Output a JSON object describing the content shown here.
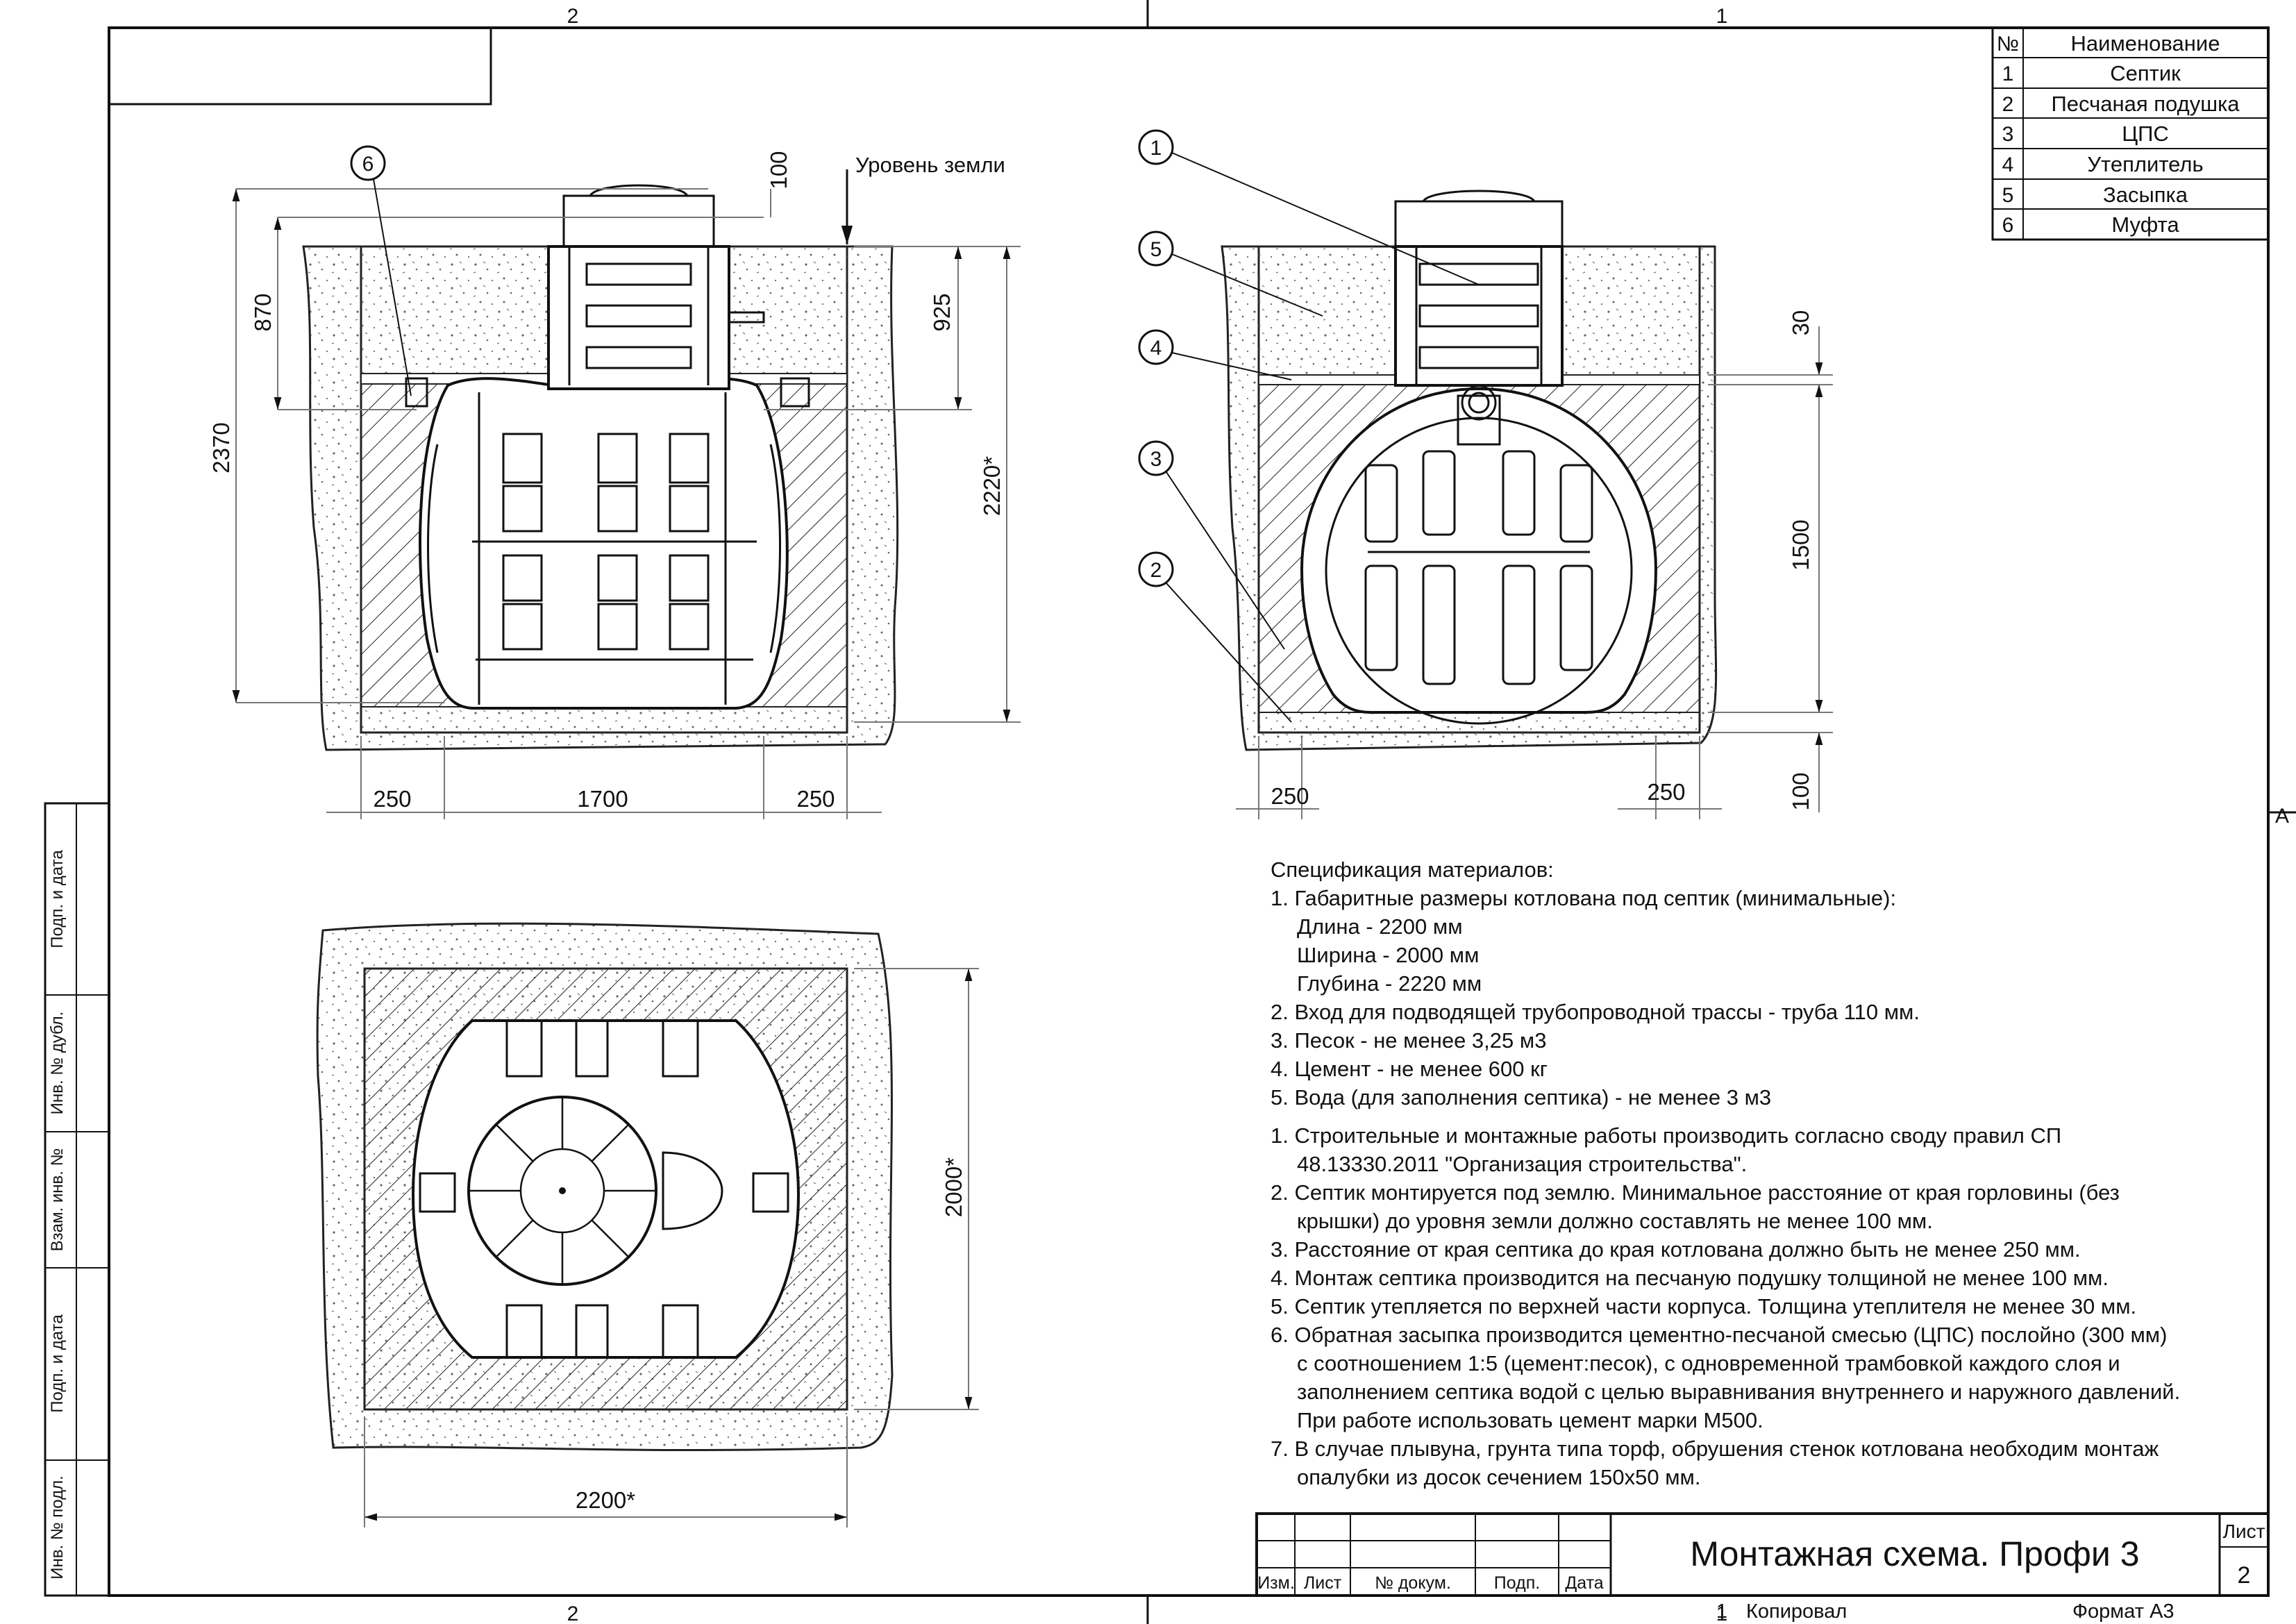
{
  "sheet": {
    "zone_top_left": "2",
    "zone_top_right": "1",
    "zone_bottom_left": "2",
    "zone_bottom_right": "1",
    "zone_side": "A",
    "ground_level": "Уровень земли"
  },
  "side_stamp": [
    "Подп. и дата",
    "Инв. № дубл.",
    "Взам. инв. №",
    "Подп. и дата",
    "Инв. № подл."
  ],
  "legend": {
    "headers": [
      "№",
      "Наименование"
    ],
    "rows": [
      [
        "1",
        "Септик"
      ],
      [
        "2",
        "Песчаная подушка"
      ],
      [
        "3",
        "ЦПС"
      ],
      [
        "4",
        "Утеплитель"
      ],
      [
        "5",
        "Засыпка"
      ],
      [
        "6",
        "Муфта"
      ]
    ]
  },
  "side_view": {
    "dims": {
      "depth_total": "2370",
      "neck_100": "100",
      "neck_870": "870",
      "neck_925": "925",
      "pit_depth": "2220*",
      "gap_left": "250",
      "tank_length": "1700",
      "gap_right": "250"
    },
    "callout": "6"
  },
  "front_view": {
    "callouts": [
      "1",
      "5",
      "4",
      "3",
      "2"
    ],
    "dims": {
      "insulation": "30",
      "tank_height": "1500",
      "bottom_100": "100",
      "gap_left": "250",
      "gap_right": "250"
    }
  },
  "top_view": {
    "dims": {
      "width": "2000*",
      "length": "2200*"
    }
  },
  "spec": {
    "title": "Спецификация материалов:",
    "items": [
      "1. Габаритные размеры котлована под септик (минимальные):",
      "Длина - 2200 мм",
      "Ширина - 2000 мм",
      "Глубина - 2220 мм",
      "2. Вход для подводящей трубопроводной трассы - труба 110 мм.",
      "3. Песок - не менее 3,25 м3",
      "4. Цемент - не менее 600 кг",
      "5. Вода (для заполнения септика) - не менее 3 м3"
    ],
    "notes": [
      "1. Строительные и монтажные работы производить согласно своду правил СП",
      "48.13330.2011 \"Организация строительства\".",
      "2. Септик монтируется под землю. Минимальное расстояние от края горловины (без",
      "крышки) до уровня земли должно составлять не менее 100 мм.",
      "3. Расстояние от края септика до края котлована должно быть не менее 250 мм.",
      "4. Монтаж септика производится на песчаную подушку толщиной не менее 100 мм.",
      "5. Септик утепляется по верхней части корпуса. Толщина утеплителя не менее 30 мм.",
      "6. Обратная засыпка производится цементно-песчаной смесью (ЦПС) послойно (300 мм)",
      "с соотношением 1:5 (цемент:песок), с одновременной трамбовкой каждого слоя и",
      "заполнением септика водой с целью выравнивания внутреннего и наружного давлений.",
      "При работе использовать цемент марки М500.",
      "7. В случае плывуна, грунта типа торф, обрушения стенок котлована необходим монтаж",
      "опалубки из досок сечением 150х50 мм."
    ]
  },
  "title_block": {
    "title": "Монтажная схема. Профи 3",
    "sheet_label": "Лист",
    "sheet_number": "2",
    "columns": [
      "Изм.",
      "Лист",
      "№ докум.",
      "Подп.",
      "Дата"
    ],
    "copied": "Копировал",
    "format": "Формат А3",
    "copy_number": "1"
  }
}
